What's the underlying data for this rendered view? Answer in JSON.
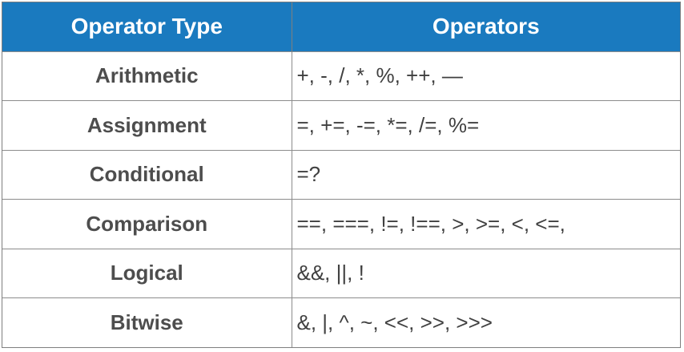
{
  "header": {
    "col1": "Operator Type",
    "col2": "Operators"
  },
  "rows": [
    {
      "type": "Arithmetic",
      "operators": "+, -, /, *,  %, ++, —"
    },
    {
      "type": "Assignment",
      "operators": "=, +=, -=, *=, /=, %="
    },
    {
      "type": "Conditional",
      "operators": "=?"
    },
    {
      "type": "Comparison",
      "operators": "==, ===, !=, !==, >, >=, <, <=,"
    },
    {
      "type": "Logical",
      "operators": "&&, ||, !"
    },
    {
      "type": "Bitwise",
      "operators": "&, |, ^, ~, <<, >>, >>>"
    }
  ],
  "colors": {
    "header_bg": "#1a7abf",
    "header_text": "#ffffff",
    "border": "#8c8c8c",
    "body_text": "#404040"
  }
}
